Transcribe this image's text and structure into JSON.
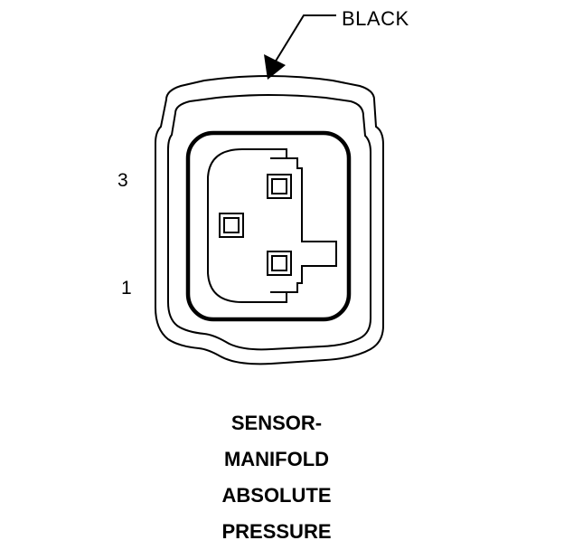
{
  "connector": {
    "color_label": "BLACK",
    "pins": [
      {
        "number": "3"
      },
      {
        "number": "1"
      }
    ],
    "caption_lines": [
      "SENSOR-",
      "MANIFOLD",
      "ABSOLUTE",
      "PRESSURE"
    ]
  },
  "colors": {
    "line": "#000000",
    "background": "#ffffff"
  }
}
